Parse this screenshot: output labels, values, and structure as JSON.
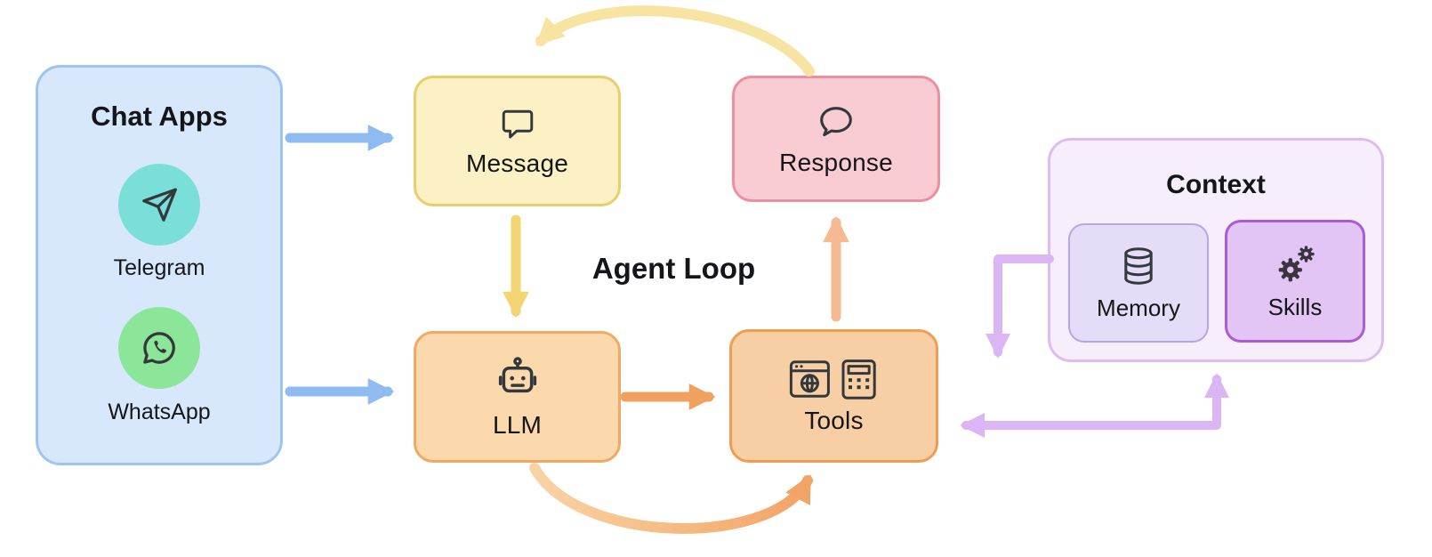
{
  "diagram": {
    "center_label": "Agent Loop",
    "chat_apps": {
      "title": "Chat Apps",
      "items": [
        {
          "label": "Telegram",
          "icon": "telegram-icon",
          "circle_color": "#79dfd8"
        },
        {
          "label": "WhatsApp",
          "icon": "whatsapp-icon",
          "circle_color": "#8ce69a"
        }
      ]
    },
    "nodes": {
      "message": {
        "label": "Message",
        "icon": "chat-square-icon",
        "fill": "#fcf0c5",
        "border": "#e8cf6b"
      },
      "response": {
        "label": "Response",
        "icon": "chat-round-icon",
        "fill": "#f9cbd3",
        "border": "#ef8ea0"
      },
      "llm": {
        "label": "LLM",
        "icon": "robot-icon",
        "fill": "#fcd9ac",
        "border": "#f2a963"
      },
      "tools": {
        "label": "Tools",
        "icon": "browser-calculator-icon",
        "fill": "#f8cfa4",
        "border": "#ef9d52"
      }
    },
    "context": {
      "title": "Context",
      "items": [
        {
          "label": "Memory",
          "icon": "database-icon",
          "fill": "#e5dcf7",
          "border": "#b7a6e6"
        },
        {
          "label": "Skills",
          "icon": "gears-icon",
          "fill": "#e2c4f5",
          "border": "#ab5ade"
        }
      ]
    },
    "arrows": [
      {
        "name": "chat-apps-to-message",
        "color": "#8fbbf0",
        "direction": "right"
      },
      {
        "name": "chat-apps-to-llm",
        "color": "#8fbbf0",
        "direction": "right"
      },
      {
        "name": "message-to-llm",
        "color": "#f2d473",
        "direction": "down"
      },
      {
        "name": "llm-to-tools",
        "color": "#f0a160",
        "direction": "right"
      },
      {
        "name": "tools-to-response",
        "color": "#f5b993",
        "direction": "up"
      },
      {
        "name": "response-to-message-arc",
        "color": "#f7e3a2",
        "direction": "curve-left"
      },
      {
        "name": "llm-to-tools-arc",
        "color": "#f2a466",
        "direction": "curve-right"
      },
      {
        "name": "context-to-tools-elbow",
        "color": "#dcb6f4",
        "direction": "down"
      },
      {
        "name": "tools-context-bidirectional",
        "color": "#dcb6f4",
        "direction": "both"
      }
    ]
  }
}
